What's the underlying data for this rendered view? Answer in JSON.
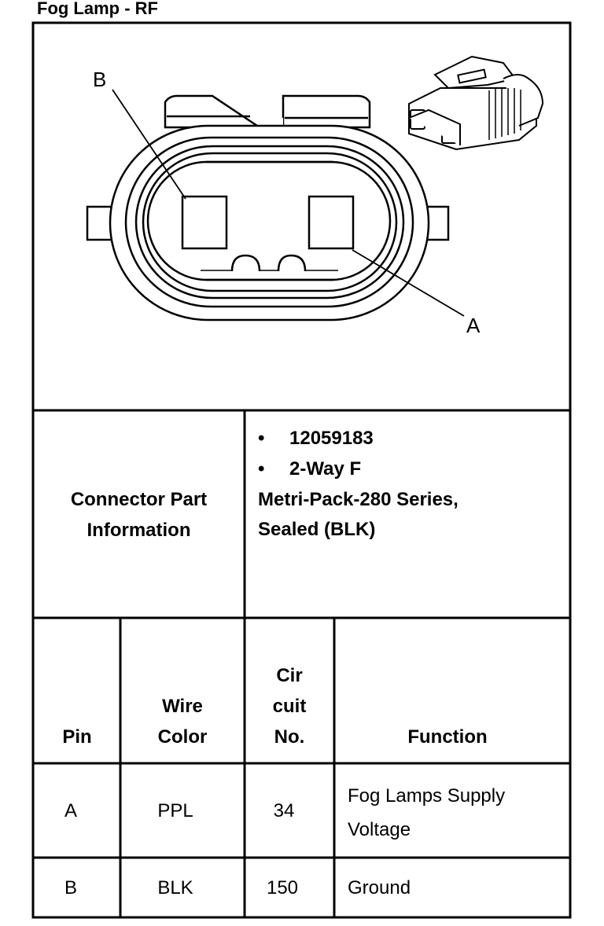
{
  "title": "Fog Lamp - RF",
  "diagram": {
    "callouts": {
      "b": "B",
      "a": "A"
    }
  },
  "connector_info": {
    "label_line1": "Connector Part",
    "label_line2": "Information",
    "bullets": [
      "12059183",
      "2-Way F"
    ],
    "desc_line1": "Metri-Pack-280 Series,",
    "desc_line2": "Sealed (BLK)"
  },
  "table": {
    "headers": {
      "pin": "Pin",
      "wire_color_1": "Wire",
      "wire_color_2": "Color",
      "circuit_1": "Cir",
      "circuit_2": "cuit",
      "circuit_3": "No.",
      "function": "Function"
    },
    "rows": [
      {
        "pin": "A",
        "wire_color": "PPL",
        "circuit": "34",
        "function_line1": "Fog Lamps Supply",
        "function_line2": "Voltage"
      },
      {
        "pin": "B",
        "wire_color": "BLK",
        "circuit": "150",
        "function_line1": "Ground",
        "function_line2": ""
      }
    ]
  }
}
